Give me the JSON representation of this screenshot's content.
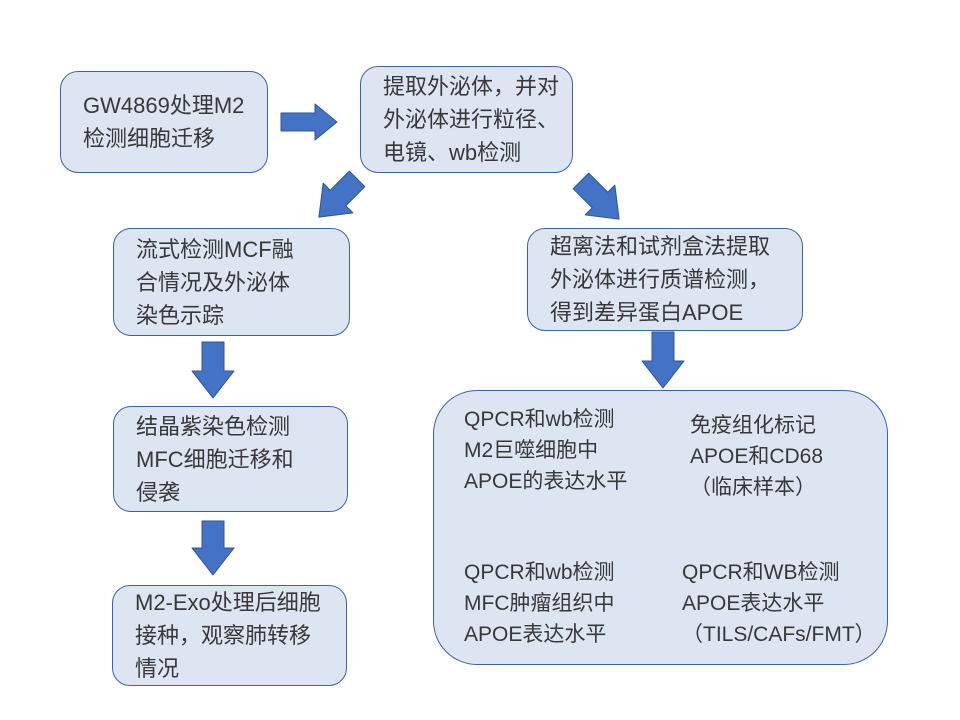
{
  "colors": {
    "background": "#ffffff",
    "node_fill": "#dde5f3",
    "node_border": "#3e63a5",
    "arrow_fill": "#4472c4",
    "arrow_stroke": "#2f5597",
    "text": "#383838"
  },
  "flowchart": {
    "nodes": [
      {
        "id": "gw4869",
        "text": "GW4869处理M2\n检测细胞迁移"
      },
      {
        "id": "extract-exo",
        "text": "提取外泌体，并对\n外泌体进行粒径、\n电镜、wb检测"
      },
      {
        "id": "flow-mcf",
        "text": "流式检测MCF融\n合情况及外泌体\n染色示踪"
      },
      {
        "id": "ultracentrifuge",
        "text": "超离法和试剂盒法提取\n外泌体进行质谱检测，\n得到差异蛋白APOE"
      },
      {
        "id": "crystal-violet",
        "text": "结晶紫染色检测\nMFC细胞迁移和\n侵袭"
      },
      {
        "id": "m2-exo",
        "text": "M2-Exo处理后细胞\n接种，观察肺转移\n情况"
      }
    ],
    "cluster": {
      "items": [
        {
          "id": "qpcr-m2",
          "text": "QPCR和wb检测\nM2巨噬细胞中\nAPOE的表达水平"
        },
        {
          "id": "ihc-apoe-cd68",
          "text": "免疫组化标记\nAPOE和CD68\n（临床样本）"
        },
        {
          "id": "qpcr-mfc",
          "text": "QPCR和wb检测\nMFC肿瘤组织中\nAPOE表达水平"
        },
        {
          "id": "qpcr-tils",
          "text": "QPCR和WB检测\nAPOE表达水平\n（TILS/CAFs/FMT）"
        }
      ]
    },
    "arrows": [
      {
        "id": "a1",
        "from": "gw4869",
        "to": "extract-exo",
        "direction": "right"
      },
      {
        "id": "a2",
        "from": "extract-exo",
        "to": "flow-mcf",
        "direction": "down-left"
      },
      {
        "id": "a3",
        "from": "extract-exo",
        "to": "ultracentrifuge",
        "direction": "down-right"
      },
      {
        "id": "a4",
        "from": "flow-mcf",
        "to": "crystal-violet",
        "direction": "down"
      },
      {
        "id": "a5",
        "from": "ultracentrifuge",
        "to": "cluster",
        "direction": "down"
      },
      {
        "id": "a6",
        "from": "crystal-violet",
        "to": "m2-exo",
        "direction": "down"
      }
    ]
  }
}
